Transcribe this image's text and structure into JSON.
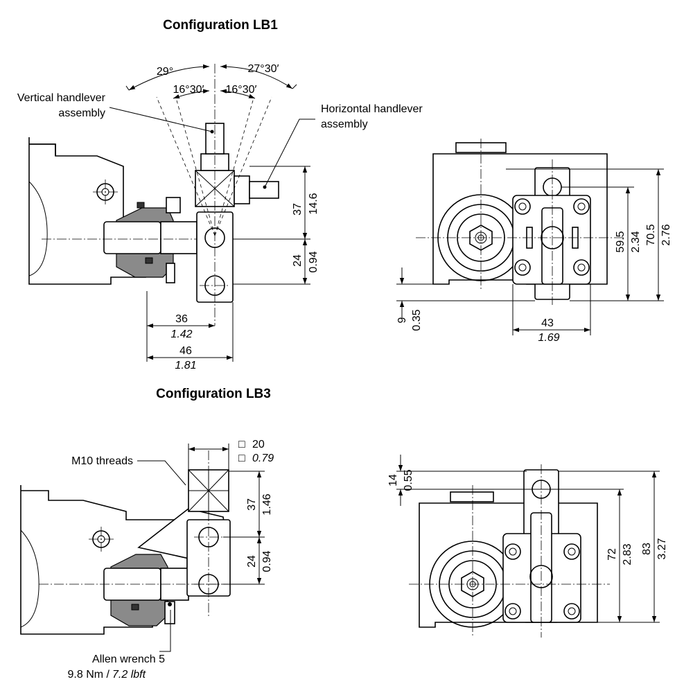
{
  "titles": {
    "lb1": "Configuration LB1",
    "lb3": "Configuration LB3"
  },
  "lb1_left": {
    "callout_vertical_1": "Vertical handlever",
    "callout_vertical_2": "assembly",
    "callout_horizontal_1": "Horizontal handlever",
    "callout_horizontal_2": "assembly",
    "angle_outer_left": "29°",
    "angle_outer_right": "27°30′",
    "angle_inner_left": "16°30′",
    "angle_inner_right": "16°30′",
    "dim_37": "37",
    "dim_14_6": "14.6",
    "dim_24": "24",
    "dim_0_94": "0.94",
    "dim_36": "36",
    "dim_1_42": "1.42",
    "dim_46": "46",
    "dim_1_81": "1.81"
  },
  "lb1_right": {
    "dim_59_5": "59.5",
    "dim_2_34": "2.34",
    "dim_70_5": "70.5",
    "dim_2_76": "2.76",
    "dim_9": "9",
    "dim_0_35": "0.35",
    "dim_43": "43",
    "dim_1_69": "1.69"
  },
  "lb3_left": {
    "callout_m10": "M10 threads",
    "callout_allen_1": "Allen wrench 5",
    "callout_allen_torque": "9.8 Nm /",
    "callout_allen_lbft": "7.2 lbft",
    "square_symbol": "□",
    "dim_20": "20",
    "dim_0_79": "0.79",
    "dim_37": "37",
    "dim_1_46": "1.46",
    "dim_24": "24",
    "dim_0_94": "0.94"
  },
  "lb3_right": {
    "dim_14": "14",
    "dim_0_55": "0.55",
    "dim_72": "72",
    "dim_2_83": "2.83",
    "dim_83": "83",
    "dim_3_27": "3.27"
  }
}
